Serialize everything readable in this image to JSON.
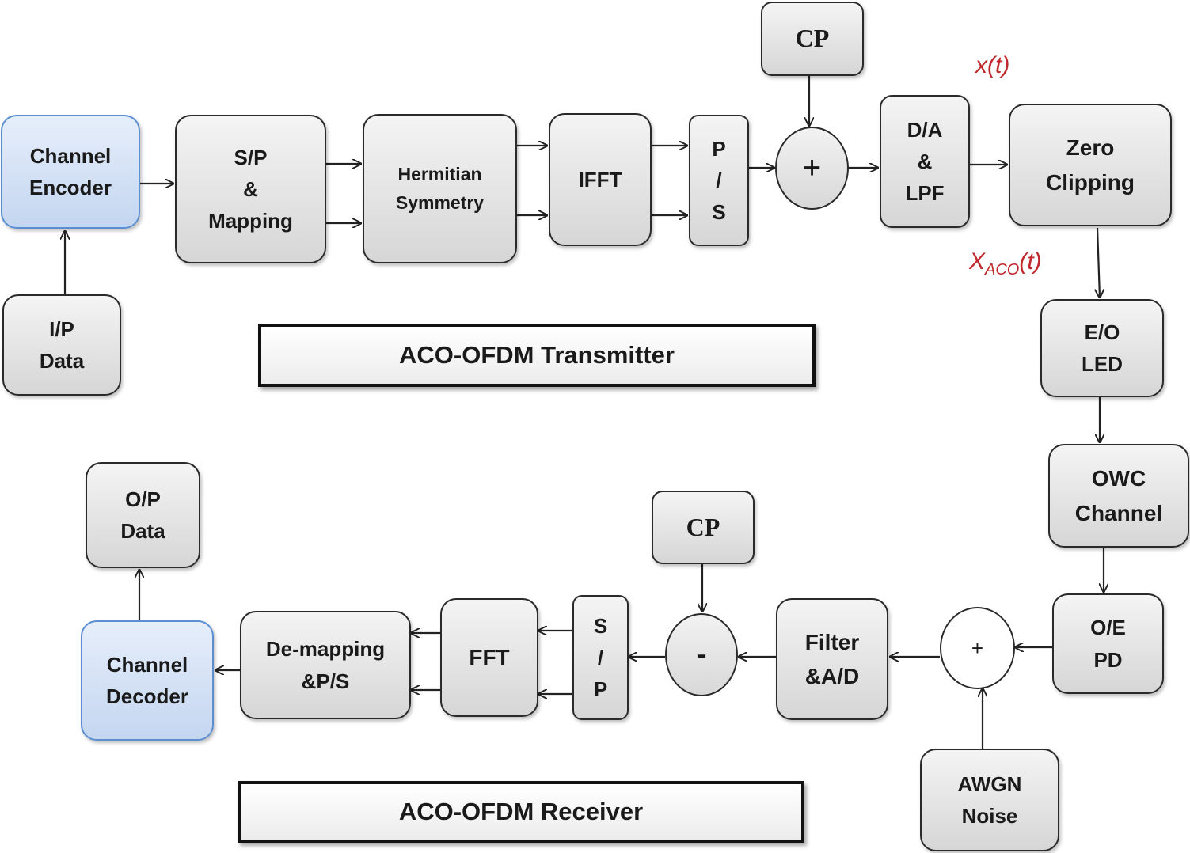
{
  "transmitter": {
    "channel_encoder": [
      "Channel",
      "Encoder"
    ],
    "ip_data": [
      "I/P",
      "Data"
    ],
    "sp_mapping": [
      "S/P",
      "&",
      "Mapping"
    ],
    "hermitian": [
      "Hermitian",
      "Symmetry"
    ],
    "ifft": "IFFT",
    "ps": [
      "P",
      "/",
      "S"
    ],
    "cp": "CP",
    "adder": "+",
    "da_lpf": [
      "D/A",
      "&",
      "LPF"
    ],
    "zero_clipping": [
      "Zero",
      "Clipping"
    ],
    "eo_led": [
      "E/O",
      "LED"
    ],
    "signal_x": "x(t)",
    "signal_xaco": {
      "base": "X",
      "sub": "ACO",
      "arg": "(t)"
    },
    "title": "ACO-OFDM Transmitter"
  },
  "receiver": {
    "owc_channel": [
      "OWC",
      "Channel"
    ],
    "oe_pd": [
      "O/E",
      "PD"
    ],
    "adder": "+",
    "awgn": [
      "AWGN",
      "Noise"
    ],
    "filter_ad": [
      "Filter",
      "&A/D"
    ],
    "subtract": "-",
    "cp": "CP",
    "sp": [
      "S",
      "/",
      "P"
    ],
    "fft": "FFT",
    "demapping": [
      "De-mapping",
      "&P/S"
    ],
    "channel_decoder": [
      "Channel",
      "Decoder"
    ],
    "op_data": [
      "O/P",
      "Data"
    ],
    "title": "ACO-OFDM Receiver"
  }
}
